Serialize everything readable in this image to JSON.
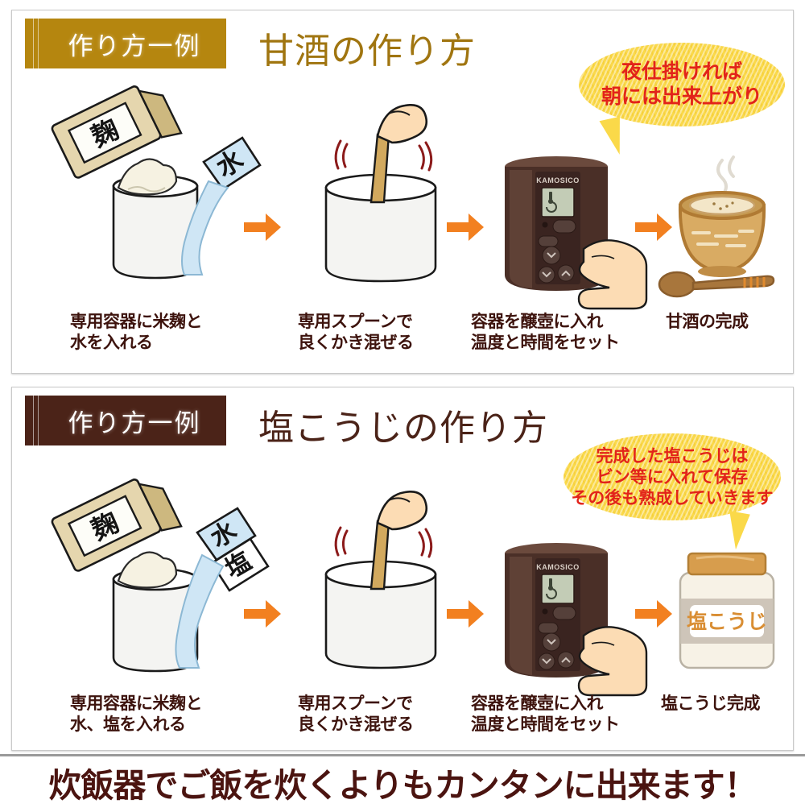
{
  "bottom_banner": {
    "text": "炊飯器でご飯を炊くよりもカンタンに出来ます！"
  },
  "panels": [
    {
      "id": "amazake",
      "banner_label": "作り方一例",
      "title": "甘酒の作り方",
      "banner_color": "#b5860f",
      "title_color": "#a07510",
      "bubble_lines": [
        "夜仕掛ければ",
        "朝には出来上がり"
      ],
      "steps": [
        {
          "caption": "専用容器に米麹と\n水を入れる",
          "labels": {
            "koji": "麹",
            "water": "水"
          }
        },
        {
          "caption": "専用スプーンで\n良くかき混ぜる"
        },
        {
          "caption": "容器を醸壺に入れ\n温度と時間をセット",
          "device_brand": "KAMOSICO"
        },
        {
          "caption": "甘酒の完成"
        }
      ]
    },
    {
      "id": "shiokoji",
      "banner_label": "作り方一例",
      "title": "塩こうじの作り方",
      "banner_color": "#4b2318",
      "title_color": "#4b2318",
      "bubble_lines": [
        "完成した塩こうじは",
        "ビン等に入れて保存",
        "その後も熟成していきます"
      ],
      "steps": [
        {
          "caption": "専用容器に米麹と\n水、塩を入れる",
          "labels": {
            "koji": "麹",
            "water": "水",
            "salt": "塩"
          }
        },
        {
          "caption": "専用スプーンで\n良くかき混ぜる"
        },
        {
          "caption": "容器を醸壺に入れ\n温度と時間をセット",
          "device_brand": "KAMOSICO"
        },
        {
          "caption": "塩こうじ完成",
          "jar_label": "塩こうじ"
        }
      ]
    }
  ],
  "colors": {
    "arrow": "#f28020",
    "gold": "#b5860f",
    "dark_brown": "#4b2318",
    "bubble_yellow": "#fad949",
    "bubble_text_red": "#e2231a",
    "caption_text": "#3d130d"
  }
}
